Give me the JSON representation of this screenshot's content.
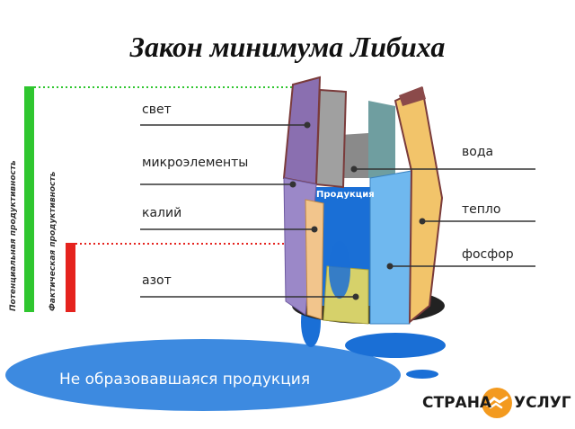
{
  "title": "Закон минимума Либиха",
  "axis_labels": {
    "potential": "Потенциальная продуктивность",
    "actual": "Фактическая продуктивность"
  },
  "factors_left": [
    "свет",
    "микроэлементы",
    "калий",
    "азот"
  ],
  "factors_right": [
    "вода",
    "тепло",
    "фосфор"
  ],
  "center_label": "Продукция",
  "puddle_label": "Не образовавшаяся продукция",
  "brand": {
    "left": "СТРАНА",
    "right": "УСЛУГ"
  },
  "colors": {
    "potential_bar": "#2fc62f",
    "actual_bar": "#e5231e",
    "water": "#1a6fd6",
    "puddle": "#3d8ae0",
    "brand_accent": "#f39a1f"
  }
}
